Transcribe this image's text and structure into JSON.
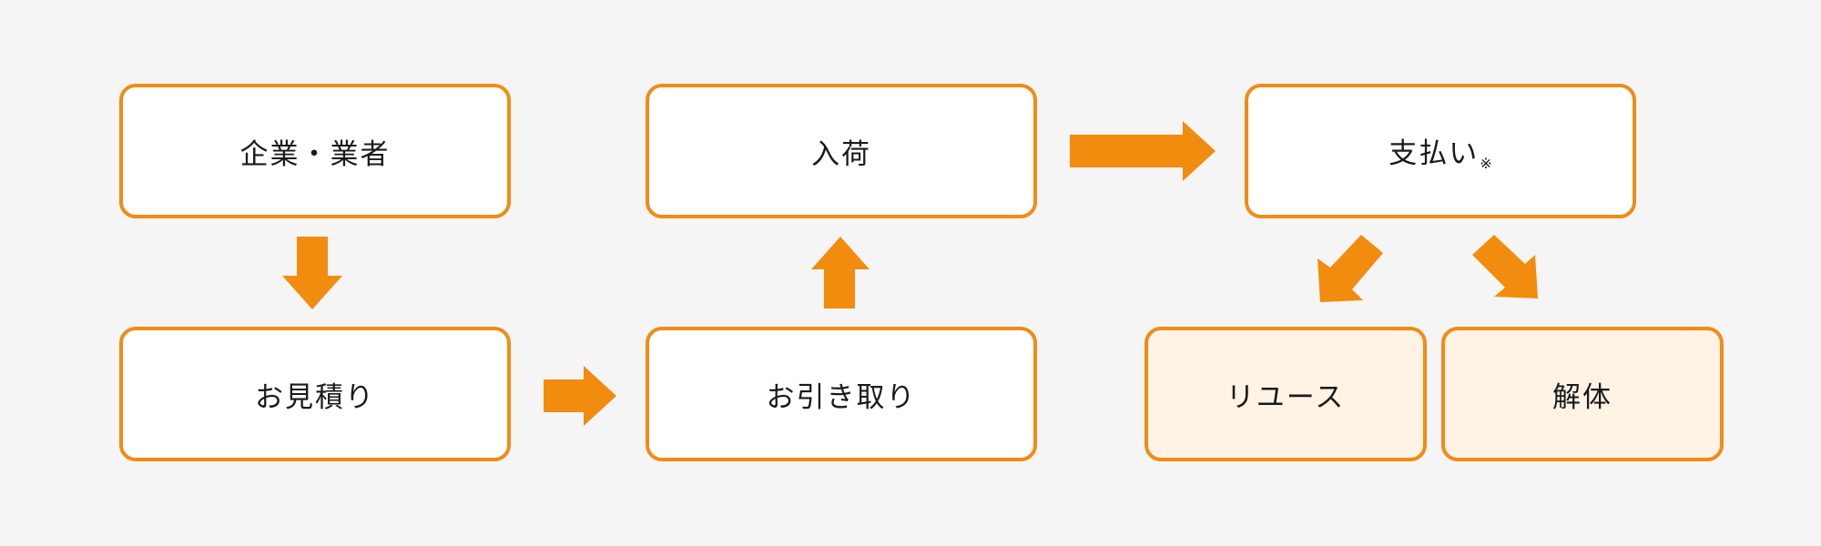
{
  "colors": {
    "accent": "#f28c0f",
    "background": "#f5f5f5",
    "box_fill": "#ffffff",
    "box_fill_alt": "#fef3e4"
  },
  "nodes": {
    "companies": "企業・業者",
    "estimate": "お見積り",
    "pickup": "お引き取り",
    "arrival": "入荷",
    "payment": "支払い",
    "payment_note": "※",
    "reuse": "リユース",
    "dismantle": "解体"
  }
}
